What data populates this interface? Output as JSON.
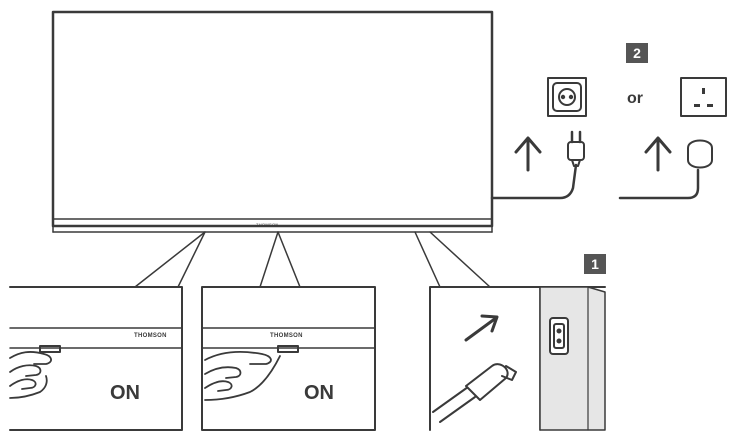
{
  "steps": [
    {
      "number": "1"
    },
    {
      "number": "2"
    }
  ],
  "tv": {
    "brand": "THOMSON"
  },
  "plug_options": {
    "separator": "or"
  },
  "power_panels": [
    {
      "state_label": "ON",
      "brand": "THOMSON"
    },
    {
      "state_label": "ON",
      "brand": "THOMSON"
    }
  ],
  "icons": [
    "up-arrow-icon",
    "schuko-socket-icon",
    "uk-socket-icon",
    "power-plug-icon",
    "iec-socket-icon",
    "hand-icon",
    "diagonal-arrow-icon"
  ],
  "colors": {
    "line": "#3a3a3a",
    "badge": "#555555",
    "panel_fill": "#ffffff",
    "wall_side": "#e6e6e6"
  }
}
